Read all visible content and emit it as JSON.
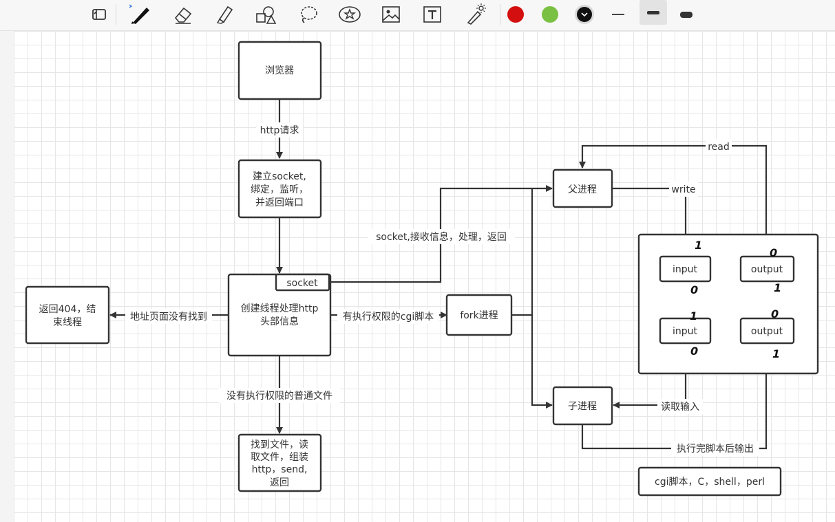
{
  "colors": {
    "stroke": "#333333",
    "text": "#333333",
    "red": "#d40f0f",
    "green": "#7ac143",
    "black": "#111111"
  },
  "toolbar": {
    "tools": [
      "screen-icon",
      "pen-icon",
      "eraser-icon",
      "highlighter-icon",
      "shapes-icon",
      "lasso-icon",
      "sticker-icon",
      "image-icon",
      "text-icon",
      "laser-pointer-icon"
    ],
    "colors": [
      "#d40f0f",
      "#7ac143",
      "#111111"
    ],
    "strokes": [
      "thin",
      "medium",
      "thick"
    ]
  },
  "diagram": {
    "browser": "浏览器",
    "http_request": "http请求",
    "socket_box": [
      "建立socket,",
      "绑定，监听，",
      "并返回端口"
    ],
    "socket_tag": "socket",
    "thread_box": [
      "创建线程处理http",
      "头部信息"
    ],
    "not_found_label": "地址页面没有找到",
    "return_404": [
      "返回404，结",
      "束线程"
    ],
    "cgi_label": "有执行权限的cgi脚本",
    "fork": "fork进程",
    "plain_file_label": "没有执行权限的普通文件",
    "find_file": [
      "找到文件，读",
      "取文件，组装",
      "http，send,",
      "返回"
    ],
    "socket_recv": "socket,接收信息，处理，返回",
    "parent": "父进程",
    "child": "子进程",
    "read": "read",
    "write": "write",
    "input_top": "input",
    "input_bottom": "input",
    "output_top": "output",
    "output_bottom": "output",
    "read_input": "读取输入",
    "output_after": "执行完脚本后输出",
    "cgi_langs": "cgi脚本，C，shell，perl",
    "fd_marks": {
      "input_top_in": "1",
      "input_top_out": "0",
      "input_bottom_in": "1",
      "input_bottom_out": "0",
      "output_top_above": "0",
      "output_top_below": "1",
      "output_bottom_above": "0",
      "output_bottom_below": "1"
    }
  }
}
